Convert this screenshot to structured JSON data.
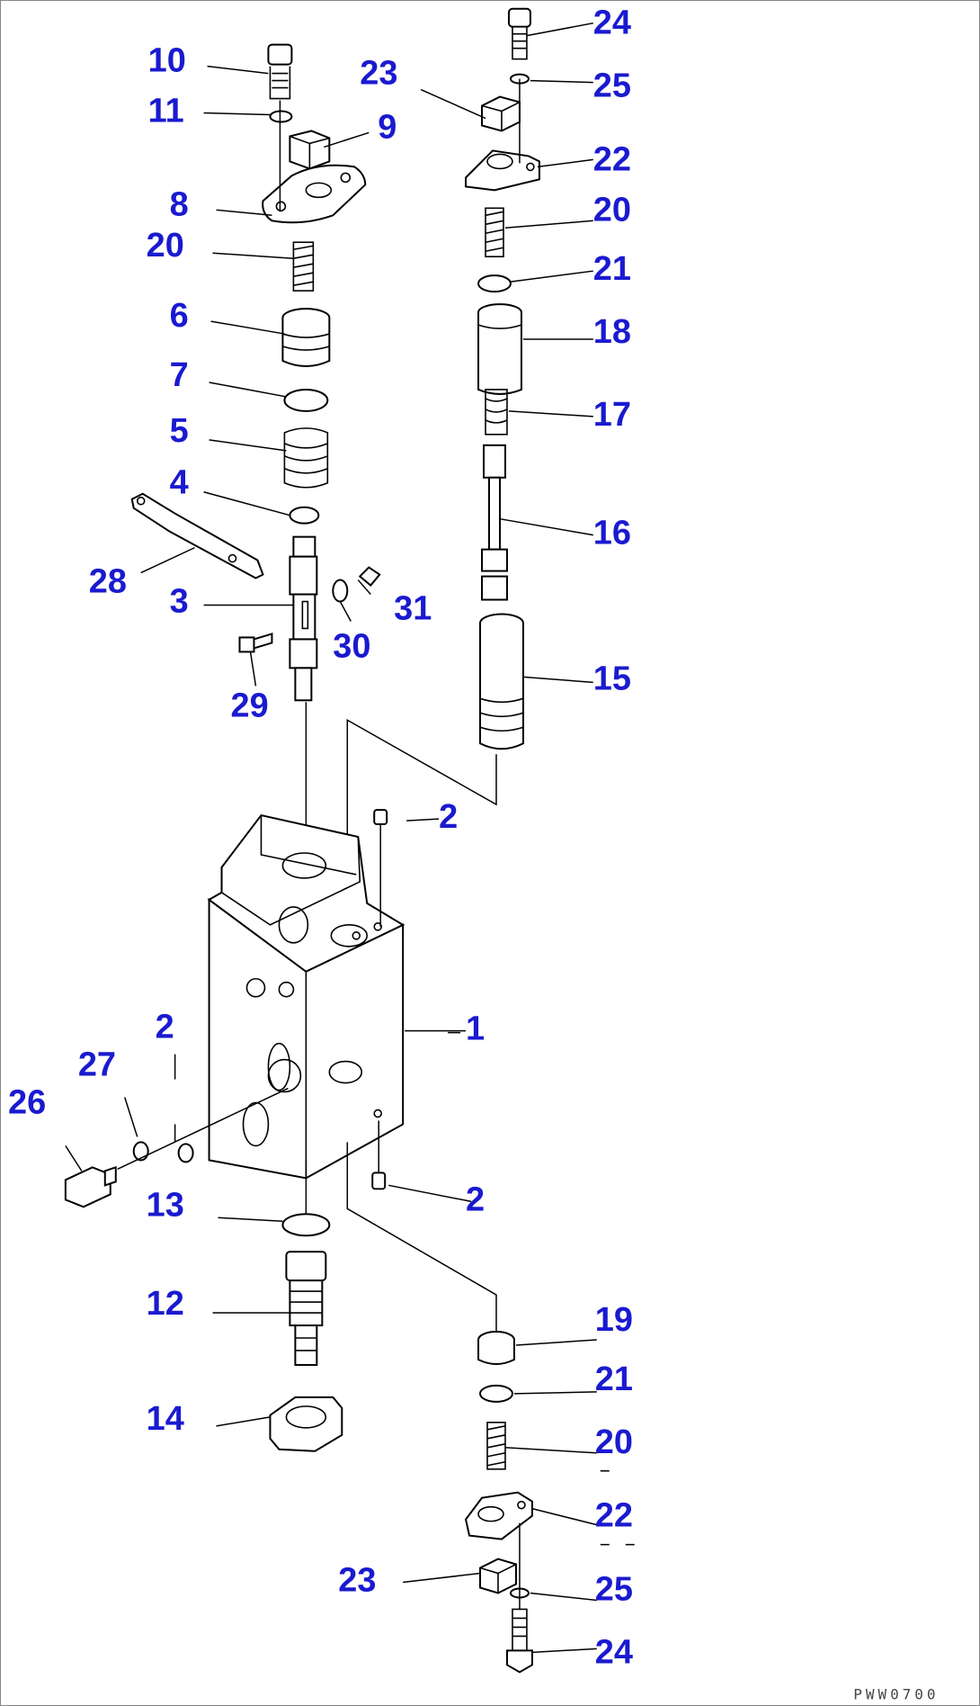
{
  "colors": {
    "label": "#1a1ad0",
    "line": "#000000",
    "background": "#ffffff"
  },
  "callouts": [
    {
      "n": "10"
    },
    {
      "n": "11"
    },
    {
      "n": "9"
    },
    {
      "n": "8"
    },
    {
      "n": "20"
    },
    {
      "n": "6"
    },
    {
      "n": "7"
    },
    {
      "n": "5"
    },
    {
      "n": "4"
    },
    {
      "n": "28"
    },
    {
      "n": "3"
    },
    {
      "n": "31"
    },
    {
      "n": "30"
    },
    {
      "n": "29"
    },
    {
      "n": "24"
    },
    {
      "n": "25"
    },
    {
      "n": "23"
    },
    {
      "n": "22"
    },
    {
      "n": "20"
    },
    {
      "n": "21"
    },
    {
      "n": "18"
    },
    {
      "n": "17"
    },
    {
      "n": "16"
    },
    {
      "n": "15"
    },
    {
      "n": "2"
    },
    {
      "n": "1"
    },
    {
      "n": "2"
    },
    {
      "n": "27"
    },
    {
      "n": "26"
    },
    {
      "n": "13"
    },
    {
      "n": "2"
    },
    {
      "n": "12"
    },
    {
      "n": "14"
    },
    {
      "n": "19"
    },
    {
      "n": "21"
    },
    {
      "n": "20"
    },
    {
      "n": "22"
    },
    {
      "n": "23"
    },
    {
      "n": "25"
    },
    {
      "n": "24"
    }
  ],
  "drawing_code": "PWW0700"
}
